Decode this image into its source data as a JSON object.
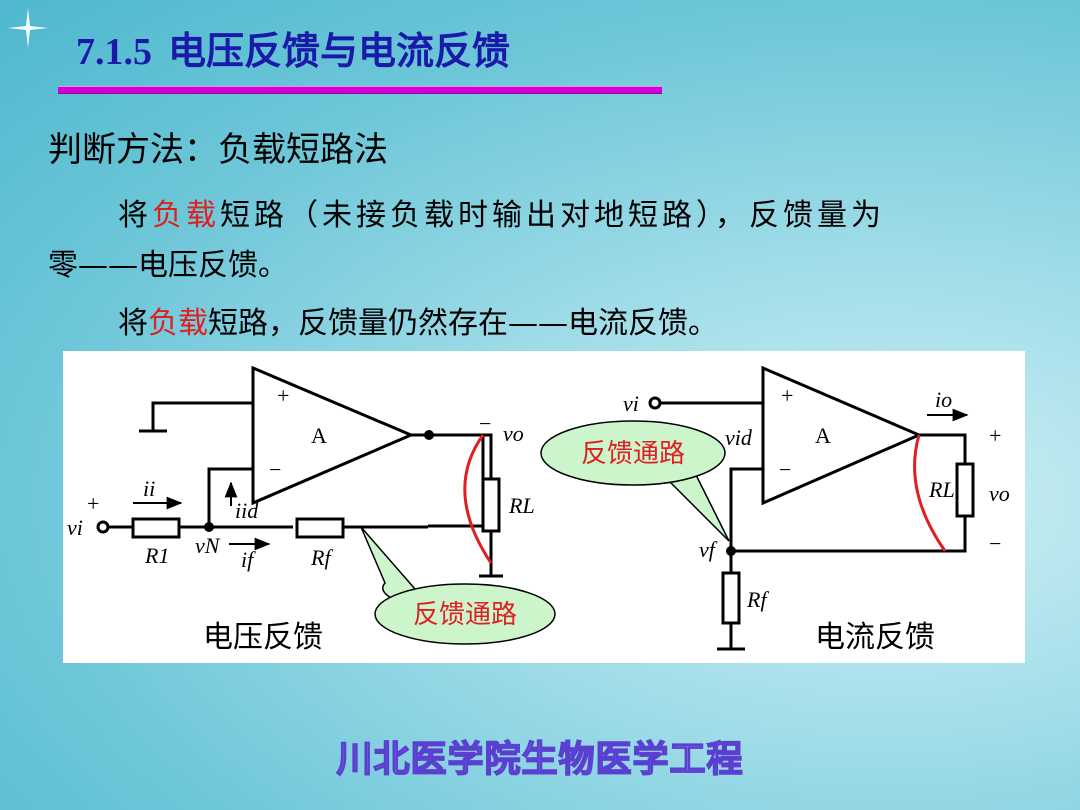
{
  "slide": {
    "section_number": "7.1.5",
    "title": "电压反馈与电流反馈",
    "heading": "判断方法：负载短路法",
    "para1": {
      "pre": "将",
      "highlight": "负载",
      "post": "短路（未接负载时输出对地短路），反馈量为",
      "line2": "零——电压反馈。"
    },
    "para2": {
      "pre": "将",
      "highlight": "负载",
      "post": "短路，反馈量仍然存在——电流反馈。"
    },
    "footer": "川北医学院生物医学工程"
  },
  "diagram": {
    "left_caption": "电压反馈",
    "right_caption": "电流反馈",
    "callout_left": "反馈通路",
    "callout_right": "反馈通路",
    "amp_label": "A",
    "plus": "+",
    "minus": "−",
    "labels": {
      "vi": "vi",
      "vo": "vo",
      "ii": "ii",
      "iid": "iid",
      "if": "if",
      "vN": "vN",
      "R1": "R1",
      "Rf": "Rf",
      "RL": "RL",
      "io": "io",
      "vid": "vid",
      "vf": "vf"
    },
    "colors": {
      "title": "#1a1aa8",
      "highlight": "#e02020",
      "callout_fill": "#ccf5cc",
      "short_line": "#e02020"
    }
  }
}
